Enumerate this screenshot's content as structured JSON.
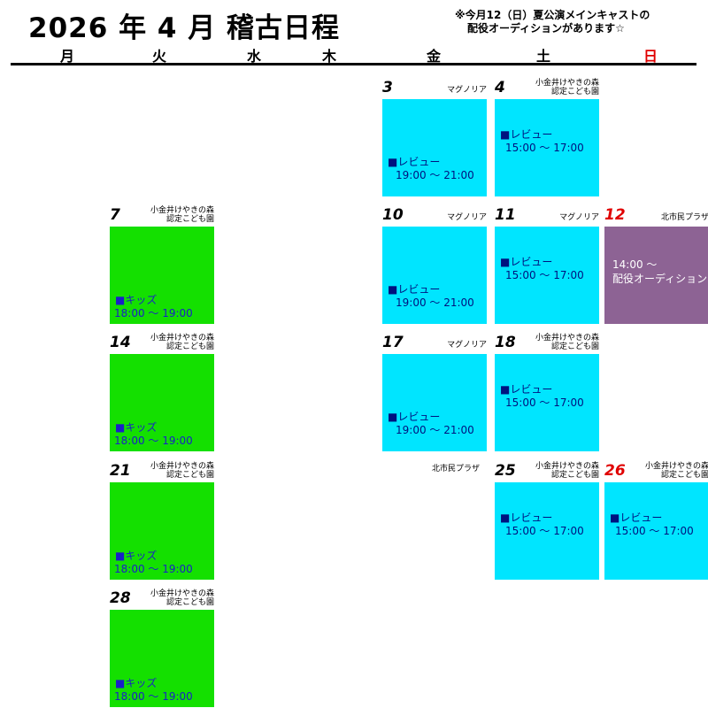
{
  "header": {
    "title": "2026 年 4 月 稽古日程",
    "notice_line1": "※今月12（日）夏公演メインキャストの",
    "notice_line2": "配役オーディションがあります☆"
  },
  "weekdays": [
    "月",
    "火",
    "水",
    "木",
    "金",
    "土",
    "日"
  ],
  "colors": {
    "kids": "#14e000",
    "review": "#00e5ff",
    "audition": "#8d6394",
    "sunday": "#e00000"
  },
  "events": [
    {
      "date": "3",
      "venue": [
        "マグノリア"
      ],
      "type": "review",
      "label": "■レビュー",
      "time": "19:00 ～ 21:00"
    },
    {
      "date": "4",
      "venue": [
        "小金井けやきの森",
        "認定こども園"
      ],
      "type": "review",
      "label": "■レビュー",
      "time": "15:00 ～ 17:00"
    },
    {
      "date": "7",
      "venue": [
        "小金井けやきの森",
        "認定こども園"
      ],
      "type": "kids",
      "label": "■キッズ",
      "time": "18:00 ～ 19:00"
    },
    {
      "date": "10",
      "venue": [
        "マグノリア"
      ],
      "type": "review",
      "label": "■レビュー",
      "time": "19:00 ～ 21:00"
    },
    {
      "date": "11",
      "venue": [
        "マグノリア"
      ],
      "type": "review",
      "label": "■レビュー",
      "time": "15:00 ～ 17:00"
    },
    {
      "date": "12",
      "venue": [
        "北市民プラザ"
      ],
      "type": "audition",
      "line1": "14:00 ～",
      "line2": "配役オーディション"
    },
    {
      "date": "14",
      "venue": [
        "小金井けやきの森",
        "認定こども園"
      ],
      "type": "kids",
      "label": "■キッズ",
      "time": "18:00 ～ 19:00"
    },
    {
      "date": "17",
      "venue": [
        "マグノリア"
      ],
      "type": "review",
      "label": "■レビュー",
      "time": "19:00 ～ 21:00"
    },
    {
      "date": "18",
      "venue": [
        "小金井けやきの森",
        "認定こども園"
      ],
      "type": "review",
      "label": "■レビュー",
      "time": "15:00 ～ 17:00"
    },
    {
      "date": "21",
      "venue": [
        "小金井けやきの森",
        "認定こども園"
      ],
      "type": "kids",
      "label": "■キッズ",
      "time": "18:00 ～ 19:00"
    },
    {
      "date": "25",
      "venue": [
        "小金井けやきの森",
        "認定こども園"
      ],
      "type": "review",
      "label": "■レビュー",
      "time": "15:00 ～ 17:00"
    },
    {
      "date": "26",
      "venue": [
        "小金井けやきの森",
        "認定こども園"
      ],
      "type": "review",
      "label": "■レビュー",
      "time": "15:00 ～ 17:00"
    },
    {
      "date": "28",
      "venue": [
        "小金井けやきの森",
        "認定こども園"
      ],
      "type": "kids",
      "label": "■キッズ",
      "time": "18:00 ～ 19:00"
    }
  ],
  "floating_notes": [
    {
      "text": "北市民プラザ"
    }
  ]
}
